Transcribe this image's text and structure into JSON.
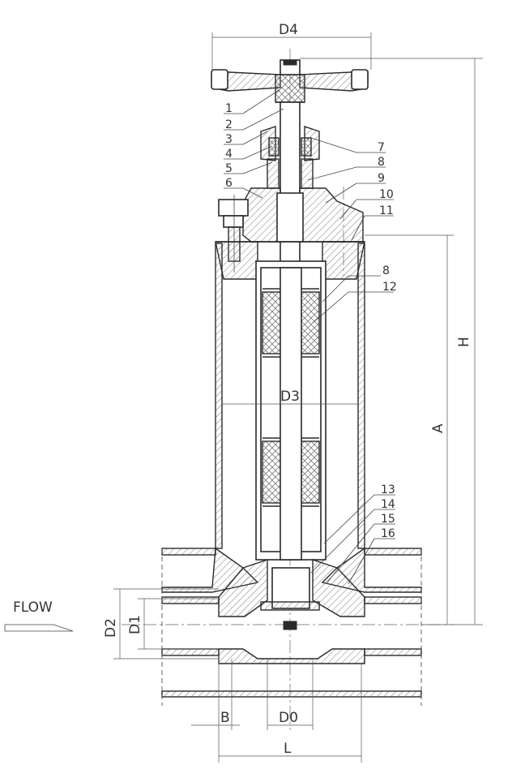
{
  "dimensions": {
    "d4": "D4",
    "d3": "D3",
    "h": "H",
    "a": "A",
    "d2": "D2",
    "d1": "D1",
    "b": "B",
    "d0": "D0",
    "l": "L"
  },
  "flow_label": "FLOW",
  "part_numbers": [
    "1",
    "2",
    "3",
    "4",
    "5",
    "6",
    "7",
    "8",
    "9",
    "10",
    "11",
    "8",
    "12",
    "13",
    "14",
    "15",
    "16"
  ],
  "colors": {
    "line": "#2a2a2a",
    "hatch": "#7a7a7a"
  }
}
